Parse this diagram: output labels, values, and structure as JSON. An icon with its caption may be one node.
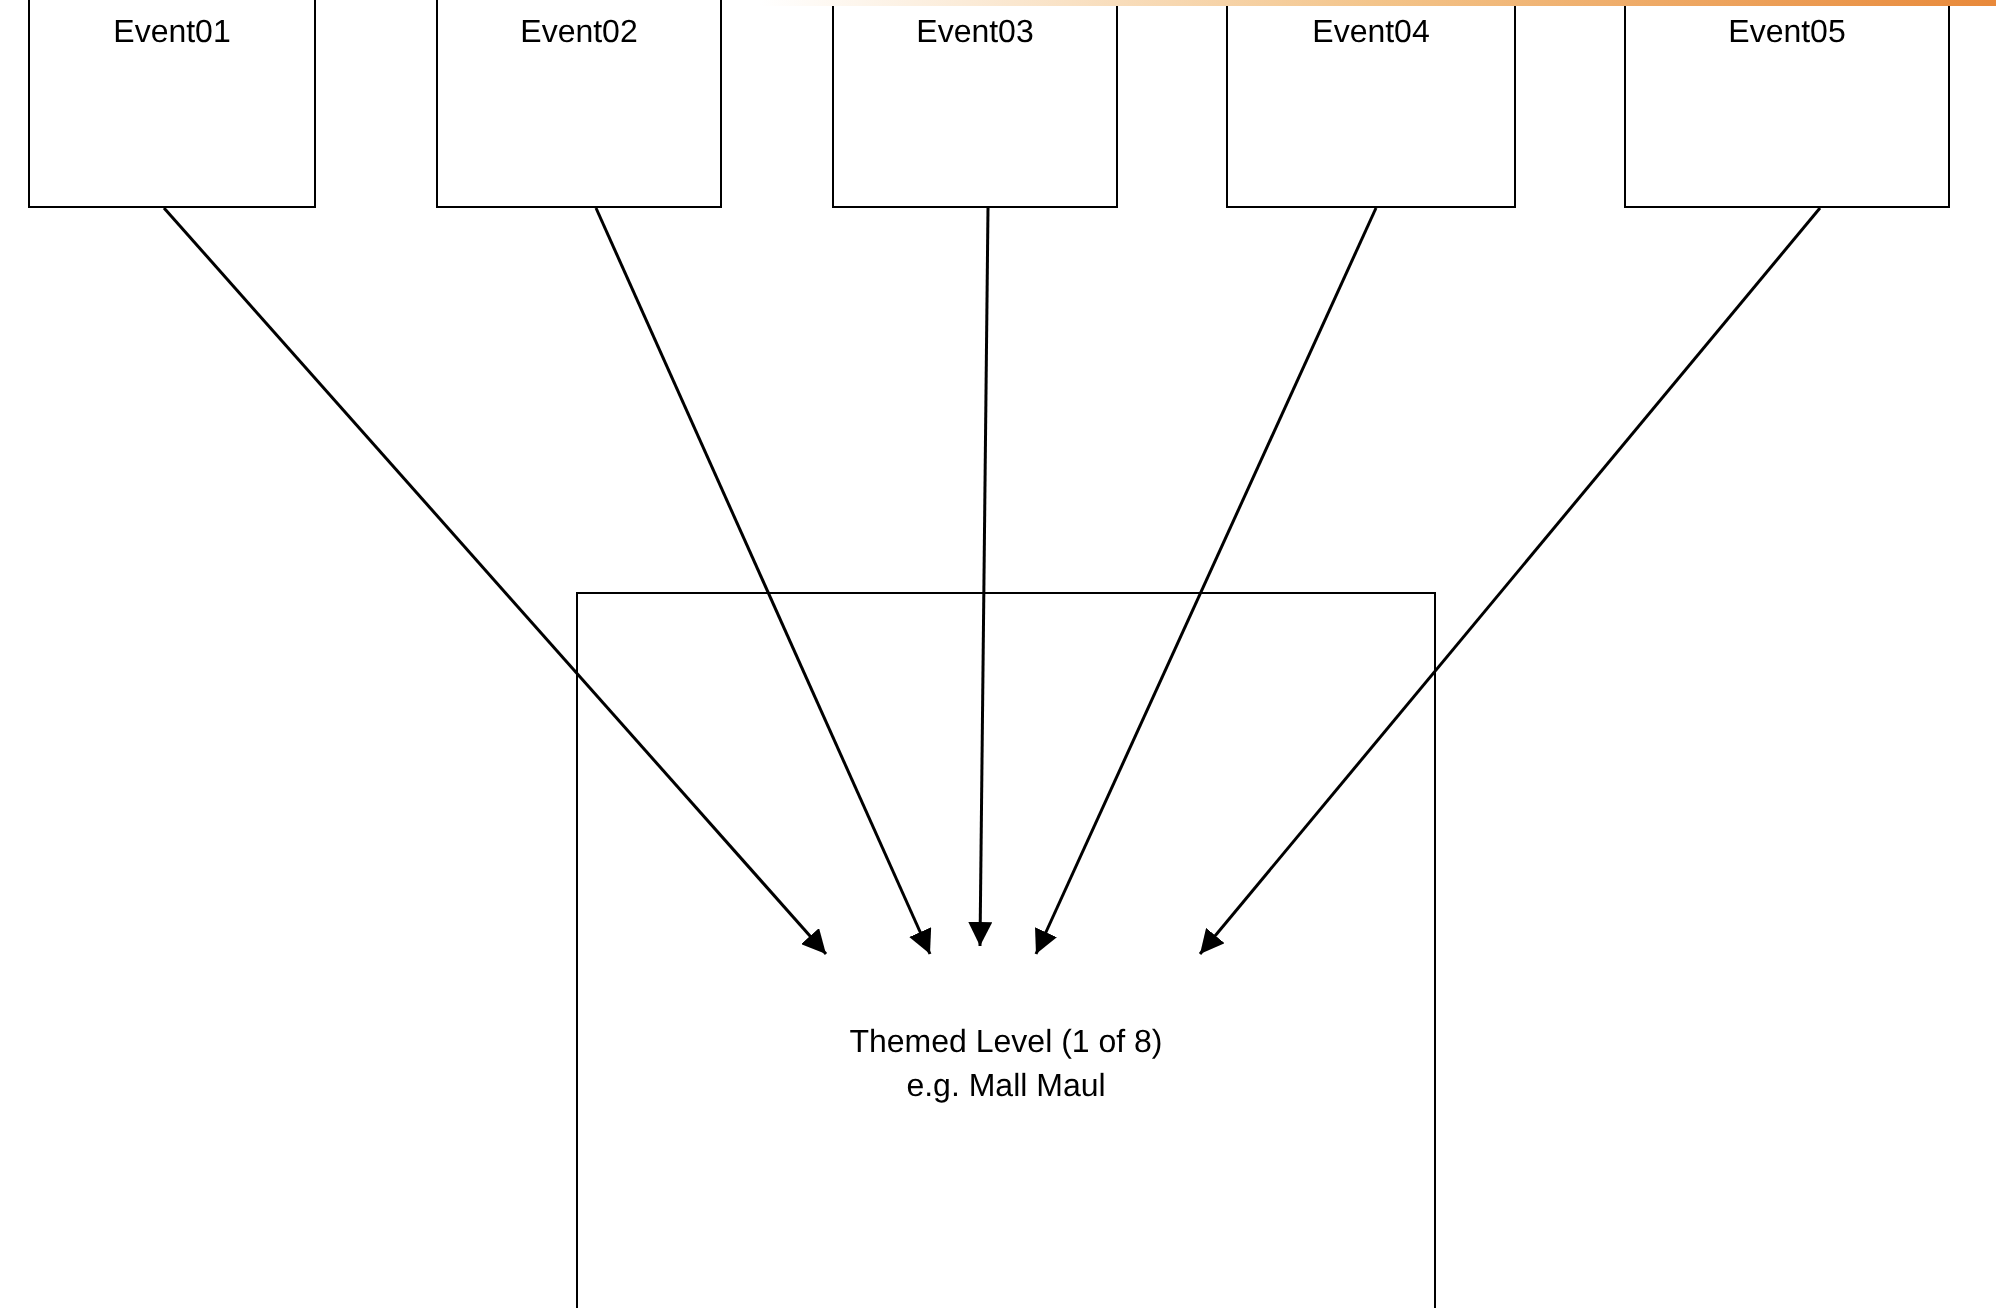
{
  "diagram": {
    "nodes": [
      {
        "text": [
          "Event01"
        ]
      },
      {
        "text": [
          "Event02"
        ]
      },
      {
        "text": [
          "Event03"
        ]
      },
      {
        "text": [
          "Event04"
        ]
      },
      {
        "text": [
          "Event05"
        ]
      },
      {
        "text": [
          "Themed Level (1 of 8) e.g. Mall Maul"
        ]
      }
    ],
    "edges": [
      {
        "from": 0,
        "to": 5,
        "arrow": "to"
      },
      {
        "from": 1,
        "to": 5,
        "arrow": "to"
      },
      {
        "from": 2,
        "to": 5,
        "arrow": "to"
      },
      {
        "from": 3,
        "to": 5,
        "arrow": "to"
      },
      {
        "from": 4,
        "to": 5,
        "arrow": "to"
      }
    ]
  }
}
